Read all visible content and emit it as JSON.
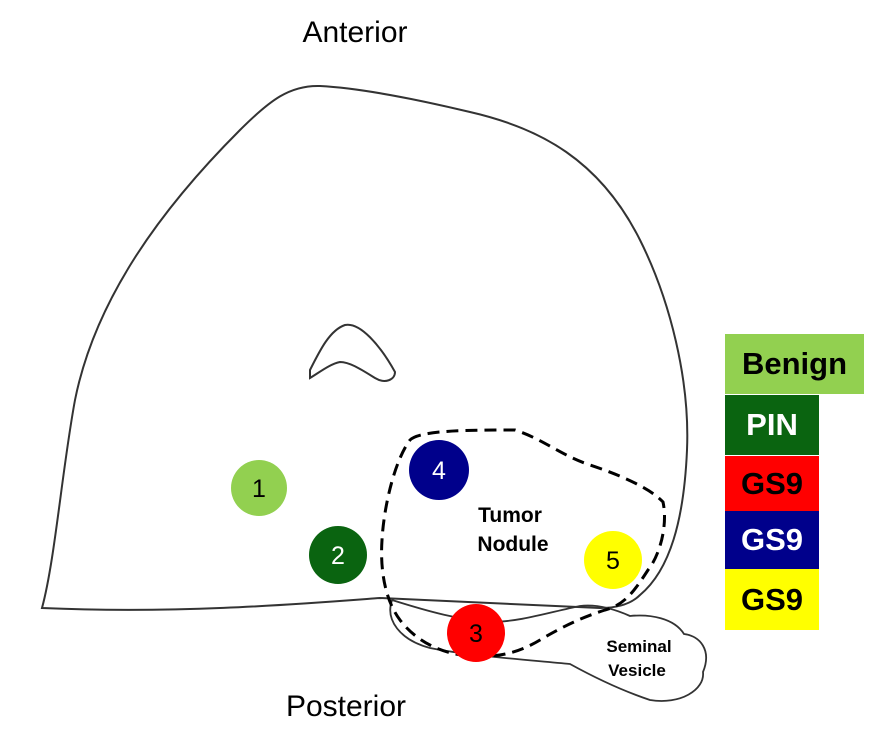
{
  "labels": {
    "anterior": "Anterior",
    "posterior": "Posterior",
    "tumor_line1": "Tumor",
    "tumor_line2": "Nodule",
    "seminal_line1": "Seminal",
    "seminal_line2": "Vesicle"
  },
  "markers": [
    {
      "label": "1",
      "color": "#92d050",
      "text_color": "#000000"
    },
    {
      "label": "2",
      "color": "#0a6410",
      "text_color": "#ffffff"
    },
    {
      "label": "3",
      "color": "#ff0000",
      "text_color": "#000000"
    },
    {
      "label": "4",
      "color": "#00008b",
      "text_color": "#ffffff"
    },
    {
      "label": "5",
      "color": "#ffff00",
      "text_color": "#000000"
    }
  ],
  "legend": [
    {
      "label": "Benign",
      "color": "#92d050",
      "text_color": "#000000"
    },
    {
      "label": "PIN",
      "color": "#0a6410",
      "text_color": "#ffffff"
    },
    {
      "label": "GS9",
      "color": "#ff0000",
      "text_color": "#000000"
    },
    {
      "label": "GS9",
      "color": "#00008b",
      "text_color": "#ffffff"
    },
    {
      "label": "GS9",
      "color": "#ffff00",
      "text_color": "#000000"
    }
  ]
}
